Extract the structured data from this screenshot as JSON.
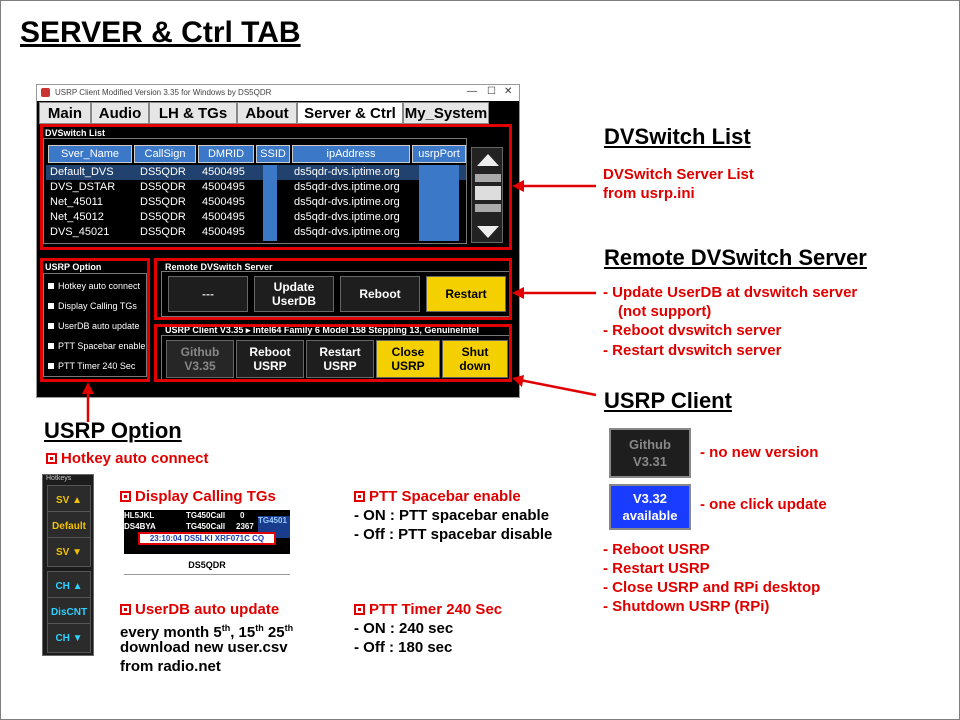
{
  "page_title": "SERVER & Ctrl TAB",
  "window": {
    "title": "USRP Client Modified Version 3.35 for Windows by DS5QDR",
    "controls": [
      "—",
      "☐",
      "✕"
    ],
    "tabs": [
      "Main",
      "Audio",
      "LH & TGs",
      "About",
      "Server & Ctrl",
      "My_System"
    ],
    "active_tab": "Server & Ctrl",
    "dvswitch_group_label": "DVSwitch List",
    "columns": [
      "Sver_Name",
      "CallSign",
      "DMRID",
      "SSID",
      "ipAddress",
      "usrpPort"
    ],
    "rows": [
      {
        "name": "Default_DVS",
        "call": "DS5QDR",
        "dmrid": "4500495",
        "ip": "ds5qdr-dvs.iptime.org"
      },
      {
        "name": "DVS_DSTAR",
        "call": "DS5QDR",
        "dmrid": "4500495",
        "ip": "ds5qdr-dvs.iptime.org"
      },
      {
        "name": "Net_45011",
        "call": "DS5QDR",
        "dmrid": "4500495",
        "ip": "ds5qdr-dvs.iptime.org"
      },
      {
        "name": "Net_45012",
        "call": "DS5QDR",
        "dmrid": "4500495",
        "ip": "ds5qdr-dvs.iptime.org"
      },
      {
        "name": "DVS_45021",
        "call": "DS5QDR",
        "dmrid": "4500495",
        "ip": "ds5qdr-dvs.iptime.org"
      }
    ],
    "usrp_option_label": "USRP Option",
    "options": [
      "Hotkey auto connect",
      "Display Calling TGs",
      "UserDB auto update",
      "PTT Spacebar enable",
      "PTT Timer 240 Sec"
    ],
    "remote_group_label": "Remote DVSwitch Server",
    "remote_buttons": {
      "blank": "---",
      "update_l1": "Update",
      "update_l2": "UserDB",
      "reboot": "Reboot",
      "restart": "Restart"
    },
    "client_group_label": "USRP Client V3.35 ▸ Intel64 Family 6 Model 158 Stepping 13, GenuineIntel",
    "client_buttons": {
      "github_l1": "Github",
      "github_l2": "V3.35",
      "reboot_l1": "Reboot",
      "reboot_l2": "USRP",
      "restart_l1": "Restart",
      "restart_l2": "USRP",
      "close_l1": "Close",
      "close_l2": "USRP",
      "shut_l1": "Shut",
      "shut_l2": "down"
    }
  },
  "dvswitch_list": {
    "heading": "DVSwitch List",
    "desc_l1": "DVSwitch Server List",
    "desc_l2": "from usrp.ini"
  },
  "remote_server": {
    "heading": "Remote DVSwitch Server",
    "items": [
      "- Update UserDB at dvswitch server",
      "(not support)",
      "- Reboot dvswitch server",
      "- Restart dvswitch server"
    ]
  },
  "usrp_client": {
    "heading": "USRP Client",
    "github_box_l1": "Github",
    "github_box_l2": "V3.31",
    "no_new": "- no new version",
    "update_box_l1": "V3.32",
    "update_box_l2": "available",
    "one_click": "- one click update",
    "items": [
      "- Reboot USRP",
      "- Restart USRP",
      "- Close USRP and RPi desktop",
      "- Shutdown USRP (RPi)"
    ]
  },
  "usrp_option": {
    "heading": "USRP Option",
    "hotkey_label": "Hotkey auto connect",
    "hotkeys_panel_label": "Hotkeys",
    "hotkeys": [
      "SV ▲",
      "Default",
      "SV ▼",
      "CH ▲",
      "DisCNT",
      "CH ▼"
    ],
    "display_label": "Display Calling TGs",
    "tg_sample": {
      "r1_call": "HL5JKL",
      "r1_tg": "TG450Call",
      "r1_n": "0",
      "r2_call": "DS4BYA",
      "r2_tg": "TG450Call",
      "r2_n": "2367",
      "popup": "23:10:04  DS5LKI  XRF071C  CQ",
      "side": "TG4501",
      "footer": "DS5QDR"
    },
    "ptt_space_label": "PTT Spacebar enable",
    "ptt_space_on": "- ON : PTT spacebar enable",
    "ptt_space_off": "- Off : PTT spacebar disable",
    "userdb_label": "UserDB  auto update",
    "userdb_l1_a": "every month 5",
    "userdb_sup1": "th",
    "userdb_l1_b": ", 15",
    "userdb_sup2": "th",
    "userdb_l1_c": " 25",
    "userdb_sup3": "th",
    "userdb_l2": "download new user.csv",
    "userdb_l3": "from radio.net",
    "ptt_timer_label": "PTT Timer 240 Sec",
    "ptt_timer_on": "- ON : 240 sec",
    "ptt_timer_off": "- Off : 180 sec"
  },
  "colors": {
    "accent_red": "#e00000",
    "button_yellow": "#f5d000",
    "header_blue": "#3c78c8",
    "update_blue": "#1a3cff"
  }
}
